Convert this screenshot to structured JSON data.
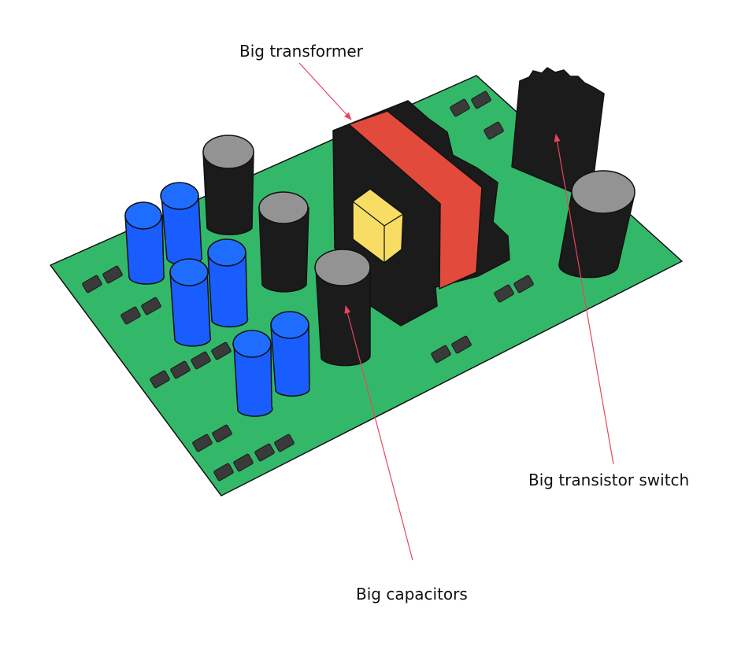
{
  "labels": {
    "transformer": "Big transformer",
    "transistor": "Big transistor switch",
    "capacitors": "Big capacitors"
  },
  "colors": {
    "board": "#33b86a",
    "chip": "#3a3a3a",
    "black_part": "#1b1b1b",
    "cap_top_gray": "#939393",
    "blue_cap": "#1a5dff",
    "blue_cap_top": "#1f6dff",
    "transformer_band": "#e24a3b",
    "yellow_block": "#f7dd63",
    "leader_line": "#e8455f"
  }
}
